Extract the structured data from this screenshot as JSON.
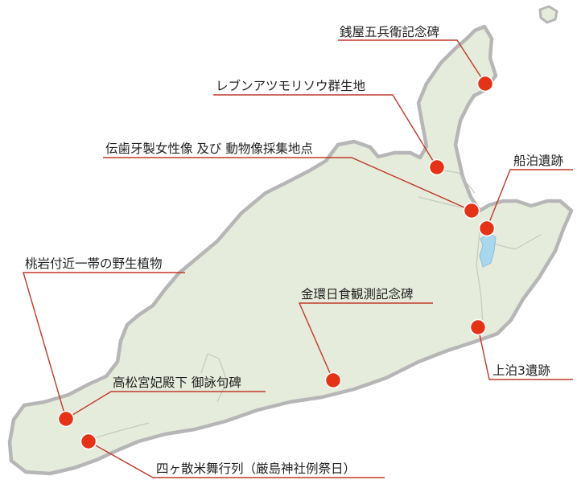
{
  "colors": {
    "land": "#e6ecdc",
    "coast": "#b6b6b6",
    "lake": "#a9d7ee",
    "road": "#c4c9bc",
    "marker": "#e53318",
    "leader": "#c0392b",
    "label_text": "#222222"
  },
  "sites": [
    {
      "id": "zeniya",
      "name": "銭屋五兵衛記念碑"
    },
    {
      "id": "rebun-atsumori",
      "name": "レブンアツモリソウ群生地"
    },
    {
      "id": "dentist",
      "name": "伝歯牙製女性像 及び 動物像採集地点"
    },
    {
      "id": "funadomari",
      "name": "船泊遺跡"
    },
    {
      "id": "momoiwa",
      "name": "桃岩付近一帯の野生植物"
    },
    {
      "id": "kinkan",
      "name": "金環日食観測記念碑"
    },
    {
      "id": "kamidomari",
      "name": "上泊3遺跡"
    },
    {
      "id": "takamatsu",
      "name": "高松宮妃殿下 御詠句碑"
    },
    {
      "id": "yotsuga",
      "name": "四ヶ散米舞行列（厳島神社例祭日）"
    }
  ]
}
